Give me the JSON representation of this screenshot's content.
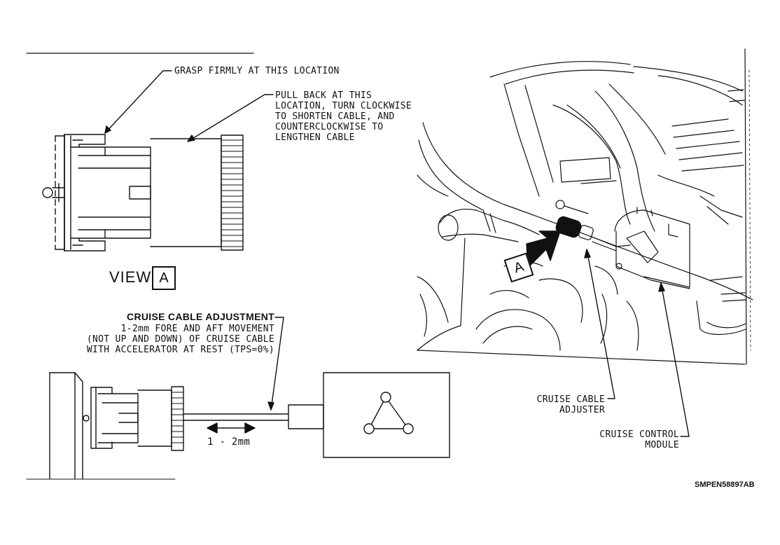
{
  "labels": {
    "grasp": "GRASP FIRMLY AT THIS LOCATION",
    "pull_back": "PULL BACK AT THIS\nLOCATION, TURN CLOCKWISE\nTO SHORTEN CABLE, AND\nCOUNTERCLOCKWISE TO\nLENGTHEN CABLE",
    "view": "VIEW",
    "view_letter": "A",
    "adjustment_title": "CRUISE CABLE ADJUSTMENT",
    "adjustment_text": "1-2mm FORE AND AFT MOVEMENT\n(NOT UP AND DOWN) OF CRUISE CABLE\nWITH ACCELERATOR AT REST (TPS=0%)",
    "movement": "1 - 2mm",
    "arrow_letter": "A",
    "adjuster": "CRUISE CABLE\nADJUSTER",
    "module": "CRUISE CONTROL\nMODULE",
    "figure_code": "SMPEN58897AB"
  },
  "icons": [
    "view-arrow-icon",
    "triangle-symbol-icon"
  ],
  "colors": {
    "ink": "#111111",
    "paper": "#ffffff"
  }
}
